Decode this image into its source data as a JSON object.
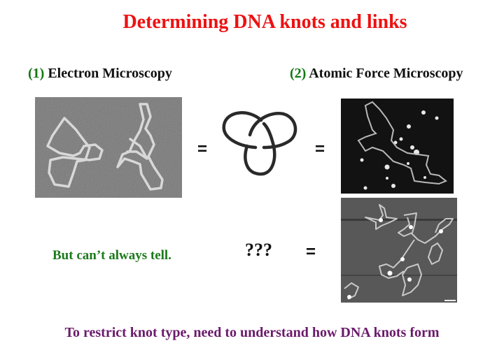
{
  "slide": {
    "title": "Determining DNA knots and links",
    "method1": {
      "number": "(1)",
      "label": "Electron Microscopy"
    },
    "method2": {
      "number": "(2)",
      "label": "Atomic Force Microscopy"
    },
    "equals": "=",
    "caveat": "But can’t always tell.",
    "unknown": "???",
    "footer": "To restrict knot type, need to understand how DNA knots form"
  },
  "colors": {
    "title": "#ee1111",
    "numbers": "#117711",
    "caveat": "#1c7a1c",
    "footer": "#6b1a6b"
  },
  "images": {
    "em_micrograph": "electron micrograph of two knotted DNA molecules",
    "trefoil_diagram": "trefoil knot diagram",
    "afm_image_1": "AFM image of knotted DNA loop",
    "afm_image_2": "AFM image of multiple DNA knots"
  }
}
